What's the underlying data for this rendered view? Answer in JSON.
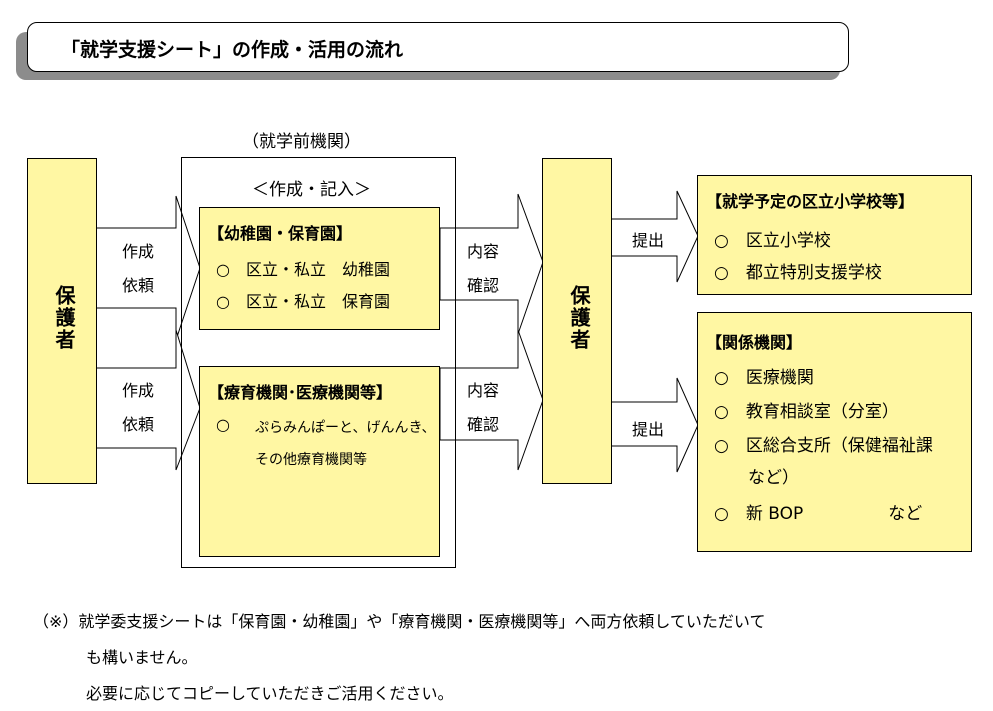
{
  "title": "「就学支援シート」の作成・活用の流れ",
  "preschool_heading": "（就学前機関）",
  "create_fill_heading": "＜作成・記入＞",
  "left_party": "保護者",
  "right_party": "保護者",
  "request_label_1": [
    "作成",
    "依頼"
  ],
  "request_label_2": [
    "作成",
    "依頼"
  ],
  "confirm_label_1": [
    "内容",
    "確認"
  ],
  "confirm_label_2": [
    "内容",
    "確認"
  ],
  "submit_label_1": "提出",
  "submit_label_2": "提出",
  "kindergarten_box": {
    "heading": "【幼稚園・保育園】",
    "items": [
      "○　区立・私立　幼稚園",
      "○　区立・私立　保育園"
    ]
  },
  "therapy_box": {
    "heading": "【療育機関･医療機関等】",
    "bullet": "○",
    "items": [
      "ぷらみんぽーと、げんんき、",
      "その他療育機関等"
    ]
  },
  "school_box": {
    "heading": "【就学予定の区立小学校等】",
    "items": [
      "○　区立小学校",
      "○　都立特別支援学校"
    ]
  },
  "related_box": {
    "heading": "【関係機関】",
    "items": [
      "○　医療機関",
      "○　教育相談室（分室）",
      "○　区総合支所（保健福祉課",
      "　　など）",
      "○　新 BOP　　　　　など"
    ]
  },
  "footnote": [
    "（※）就学委支援シートは「保育園・幼稚園」や「療育機関・医療機関等」へ両方依頼していただいて",
    "も構いません。",
    "必要に応じてコピーしていただきご活用ください。"
  ]
}
